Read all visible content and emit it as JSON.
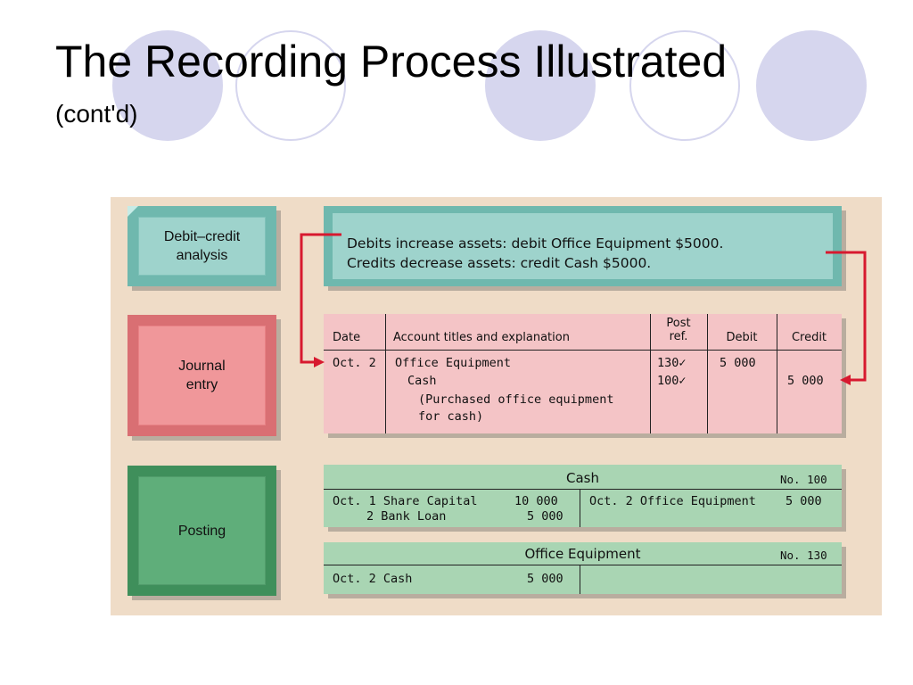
{
  "slide": {
    "title": "The Recording Process Illustrated",
    "subtitle": "(cont'd)"
  },
  "colors": {
    "teal": "#9ed3cc",
    "pink": "#f4c4c6",
    "journal_red": "#f0979a",
    "green_light": "#a9d5b3",
    "green_dark": "#5fae7a",
    "arrow_red": "#d7192f",
    "circle": "#d6d6ee",
    "figure_bg": "#efdcc7"
  },
  "steps": {
    "analysis": "Debit–credit\nanalysis",
    "journal": "Journal\nentry",
    "posting": "Posting"
  },
  "analysis_text": {
    "line1": "Debits increase assets: debit Office Equipment $5000.",
    "line2": "Credits decrease assets: credit Cash $5000."
  },
  "journal": {
    "headers": {
      "date": "Date",
      "account": "Account titles and explanation",
      "post_ref": "Post\nref.",
      "debit": "Debit",
      "credit": "Credit"
    },
    "date": "Oct. 2",
    "line1_account": "Office Equipment",
    "line1_ref": "130✓",
    "line1_debit": "5 000",
    "line2_account": "Cash",
    "line2_ref": "100✓",
    "line2_credit": "5 000",
    "explanation1": "(Purchased office equipment",
    "explanation2": "for cash)"
  },
  "ledger_cash": {
    "title": "Cash",
    "number": "No. 100",
    "left_row1": "Oct. 1 Share Capital",
    "left_row1_amount": "10 000",
    "left_row2": "2 Bank Loan",
    "left_row2_amount": "5 000",
    "right_row1": "Oct. 2 Office Equipment",
    "right_row1_amount": "5 000"
  },
  "ledger_equipment": {
    "title": "Office Equipment",
    "number": "No. 130",
    "left_row1": "Oct. 2 Cash",
    "left_row1_amount": "5 000"
  }
}
